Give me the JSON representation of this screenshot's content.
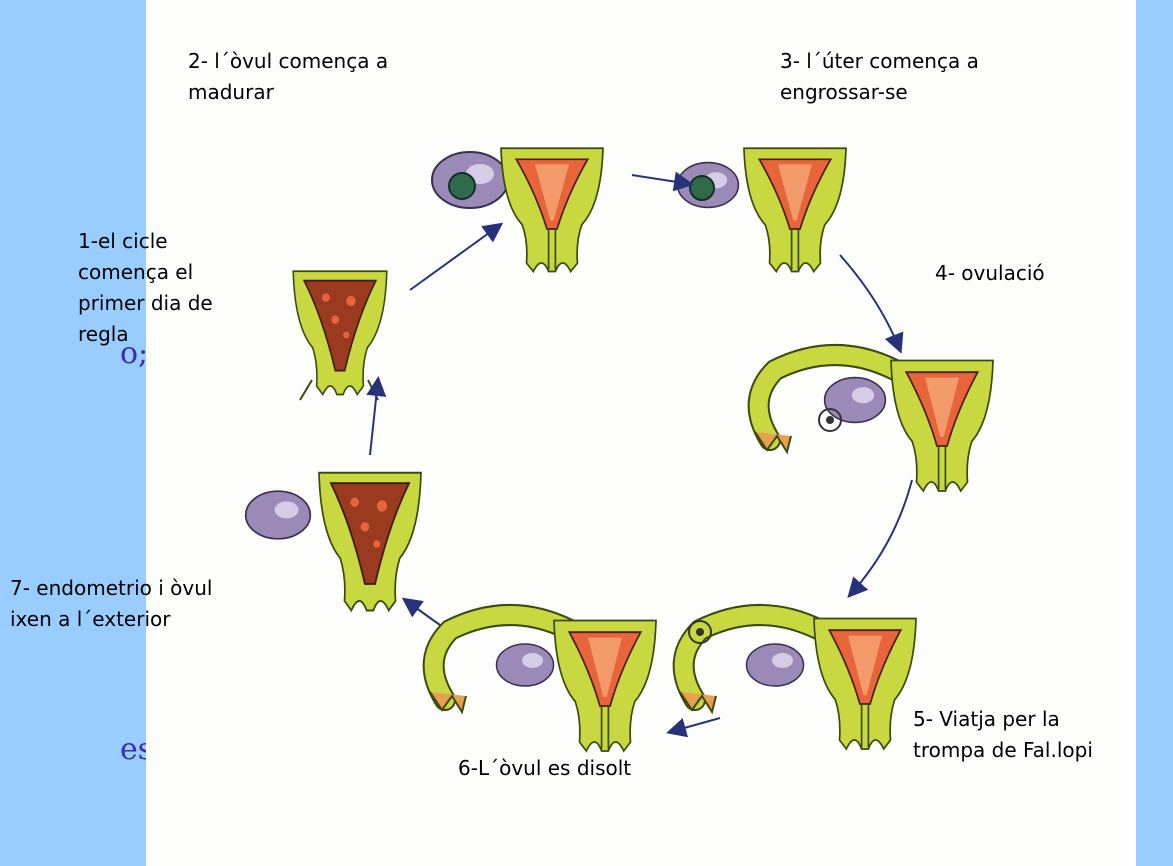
{
  "slide_fragments": {
    "left_top": "o;",
    "left_bottom": "es"
  },
  "labels": {
    "step1": "1-el cicle\ncomença el\nprimer dia de\nregla",
    "step2": "2- l´òvul comença a\nmadurar",
    "step3": "3- l´úter comença a\nengrossar-se",
    "step4": "4- ovulació",
    "step5": "5- Viatja per la\ntrompa de Fal.lopi",
    "step6": "6-L´òvul es disolt",
    "step7": "7- endometrio i òvul\nixen a l´exterior"
  },
  "colors": {
    "background": "#99ccff",
    "card": "#fdfdfb",
    "uterus_wall": "#c8d840",
    "endometrium": "#e8643a",
    "menstrual": "#9a3a1f",
    "ovary": "#9b8ab8",
    "follicle": "#2f6a4a",
    "arrow": "#27327a"
  },
  "icons": [
    "uterus-icon",
    "ovary-icon",
    "ovum-icon",
    "fallopian-tube-icon",
    "arrow-icon"
  ]
}
